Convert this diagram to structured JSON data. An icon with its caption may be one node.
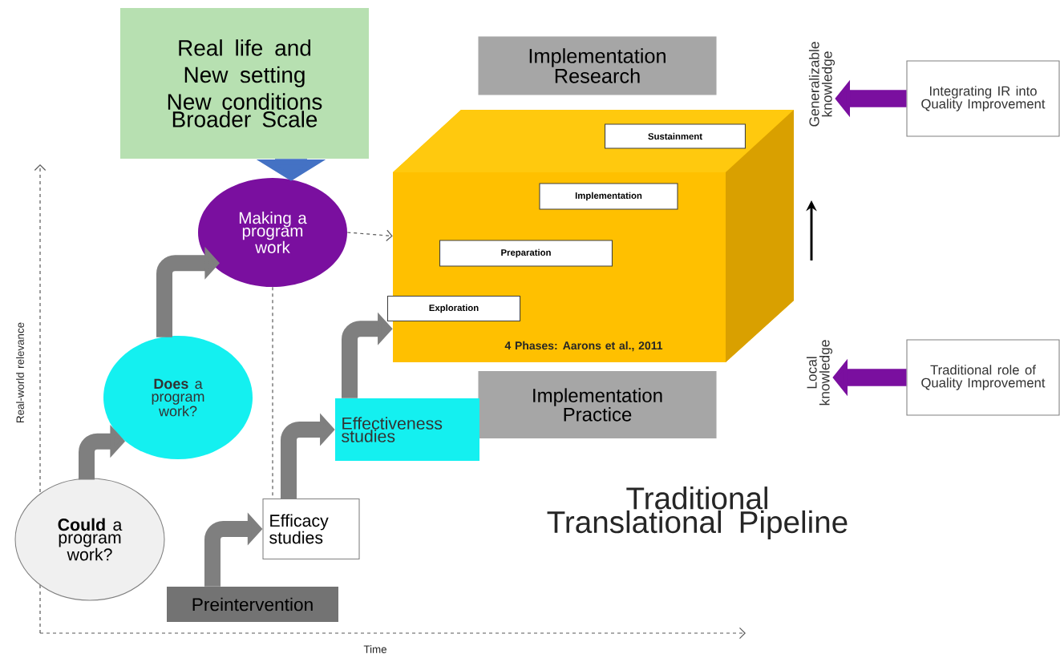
{
  "diagram": {
    "title": "Traditional Translational Pipeline",
    "nodes": [
      {
        "text": [
          "Real life and New setting",
          "New conditions",
          "Broader Scale"
        ]
      },
      {
        "text": [
          "Implementation Research"
        ]
      },
      {
        "text": [
          "4 Phases: Aarons et al., 2011"
        ]
      },
      {
        "text": [
          "Sustainment"
        ],
        "in": 2
      },
      {
        "text": [
          "Implementation"
        ],
        "in": 2
      },
      {
        "text": [
          "Preparation"
        ],
        "in": 2
      },
      {
        "text": [
          "Exploration"
        ],
        "in": 2
      },
      {
        "text": [
          "Making a program work"
        ]
      },
      {
        "text": [
          "**Does** a program work?"
        ]
      },
      {
        "text": [
          "Implementation Practice"
        ]
      },
      {
        "text": [
          "Effectiveness studies"
        ]
      },
      {
        "text": [
          "**Could** a program work?"
        ]
      },
      {
        "text": [
          "Efficacy studies"
        ]
      },
      {
        "text": [
          "Preintervention"
        ]
      },
      {
        "text": [
          "Integrating IR into Quality Improvement"
        ]
      },
      {
        "text": [
          "Traditional role of Quality Improvement"
        ]
      },
      {
        "text": [
          "Generalizable knowledge"
        ]
      },
      {
        "text": [
          "Local knowledge"
        ]
      }
    ],
    "edges": [
      {
        "from": 0,
        "to": 7,
        "arrow": "to",
        "style": "thick",
        "color": "#4472c4"
      },
      {
        "from": 7,
        "to": 2,
        "arrow": "to",
        "style": "dashed",
        "color": "#595959"
      },
      {
        "from": 7,
        "to": 12,
        "arrow": "none",
        "style": "dashed",
        "color": "#595959"
      },
      {
        "from": 11,
        "to": 8,
        "arrow": "to"
      },
      {
        "from": 8,
        "to": 7,
        "arrow": "to"
      },
      {
        "from": 13,
        "to": 12,
        "arrow": "to"
      },
      {
        "from": 12,
        "to": 10,
        "arrow": "to"
      },
      {
        "from": 10,
        "to": 2,
        "arrow": "to"
      },
      {
        "from": 14,
        "to": 16,
        "arrow": "to",
        "color": "#7a0f9f"
      },
      {
        "from": 15,
        "to": 17,
        "arrow": "to",
        "color": "#7a0f9f"
      }
    ],
    "labels": [
      "Real-world relevance",
      "Time"
    ]
  }
}
